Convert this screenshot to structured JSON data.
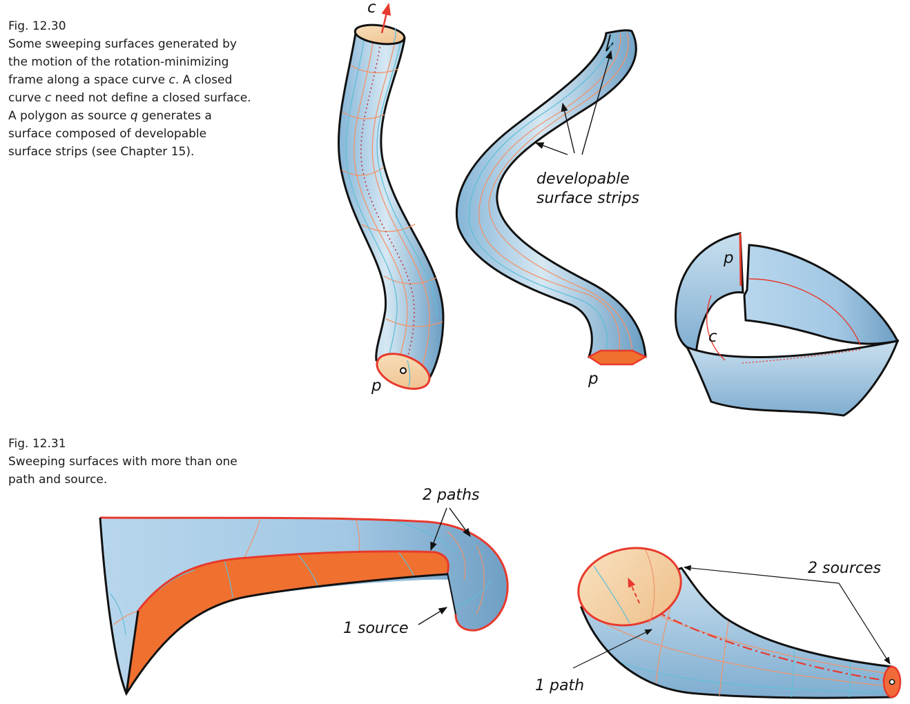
{
  "fig_12_30": {
    "label": "Fig. 12.30",
    "caption_lines": [
      [
        "Some sweeping surfaces generated by"
      ],
      [
        "the motion of the rotation-minimizing"
      ],
      [
        "frame along a space curve ",
        "c",
        ". A closed"
      ],
      [
        "curve ",
        "c",
        " need not define a closed surface."
      ],
      [
        "A polygon as source ",
        "q",
        " generates a"
      ],
      [
        "surface composed of developable"
      ],
      [
        "surface strips (see Chapter 15)."
      ]
    ],
    "tube": {
      "curve_label": "c",
      "point_label": "p"
    },
    "strip": {
      "annotation_lines": [
        "developable",
        "surface strips"
      ],
      "point_label": "p"
    },
    "ring": {
      "point_label": "p",
      "curve_label": "c"
    }
  },
  "fig_12_31": {
    "label": "Fig. 12.31",
    "caption_lines": [
      [
        "Sweeping surfaces with more than one"
      ],
      [
        "path and source."
      ]
    ],
    "left_surface": {
      "paths_label": "2 paths",
      "source_label": "1 source"
    },
    "right_surface": {
      "sources_label": "2 sources",
      "path_label": "1 path"
    }
  },
  "colors": {
    "surface": "#a9cde6",
    "source_edge": "#e8392c",
    "strip_fill": "#f07030",
    "end_fill": "#f5d3a8"
  }
}
